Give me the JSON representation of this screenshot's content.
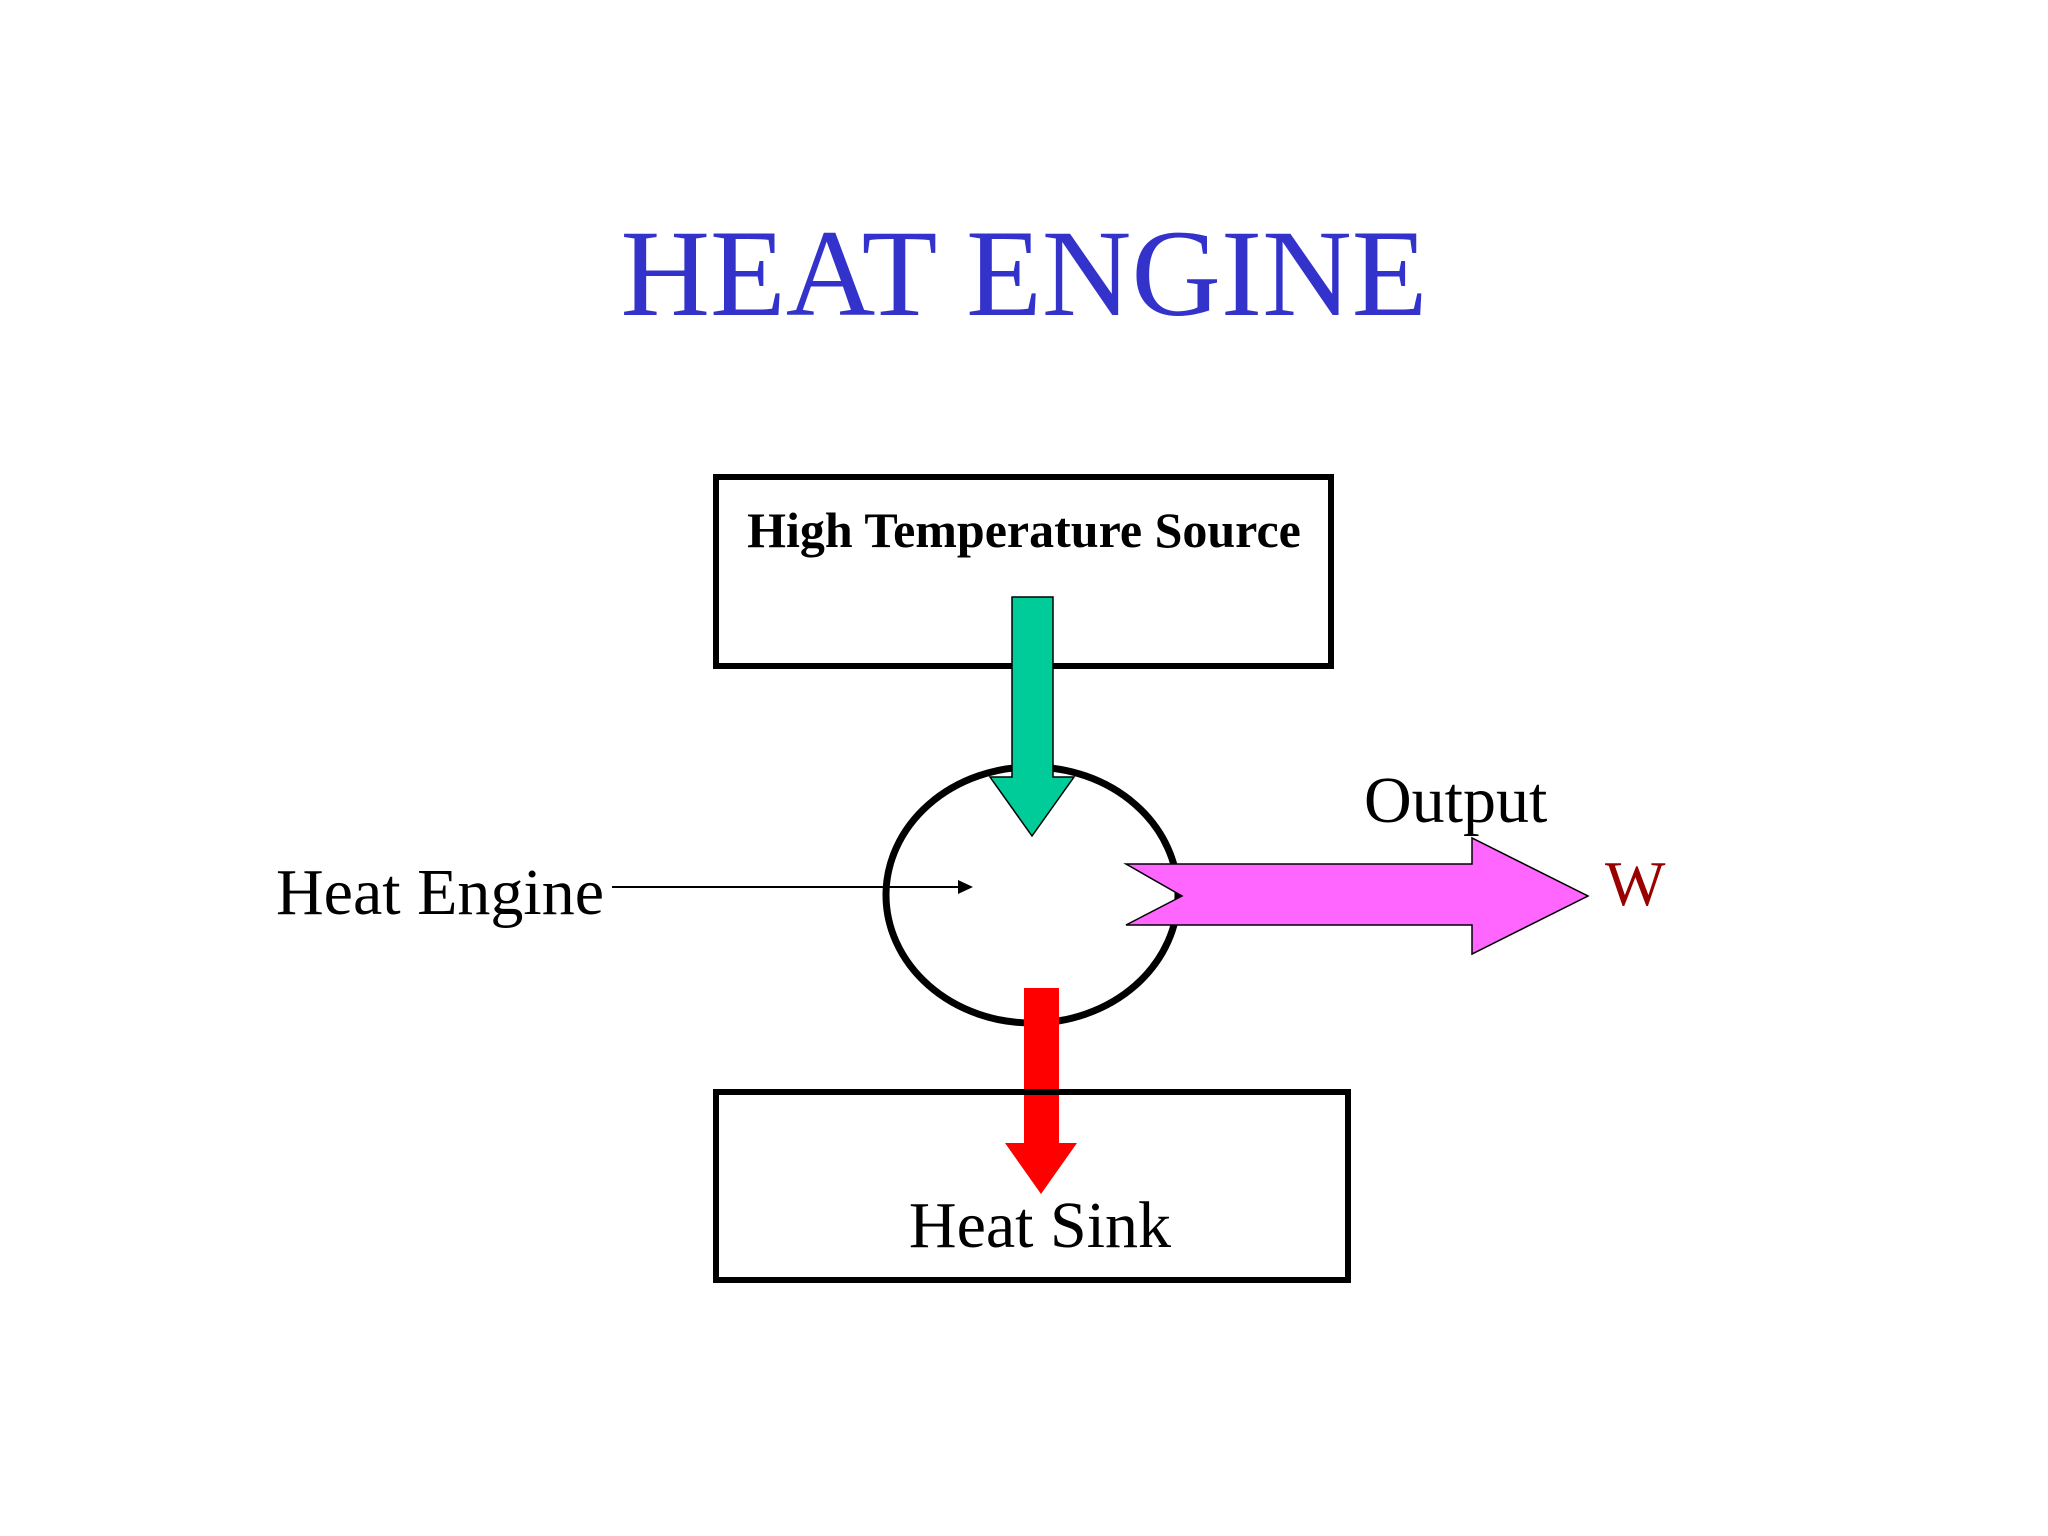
{
  "slide": {
    "title": "HEAT ENGINE"
  },
  "diagram": {
    "source_label": "High Temperature Source",
    "engine_label": "Heat Engine",
    "output_label": "Output",
    "work_label": "W",
    "sink_label": "Heat Sink"
  },
  "colors": {
    "title": "#3333cc",
    "heat_in_arrow": "#00cc99",
    "heat_out_arrow": "#ff0000",
    "work_arrow": "#ff66ff",
    "work_label": "#990000",
    "stroke": "#000000"
  },
  "icons": {
    "heat_in_arrow": "arrow-down-icon",
    "heat_out_arrow": "arrow-down-icon",
    "work_arrow": "arrow-right-icon",
    "pointer_arrow": "arrow-right-icon"
  }
}
